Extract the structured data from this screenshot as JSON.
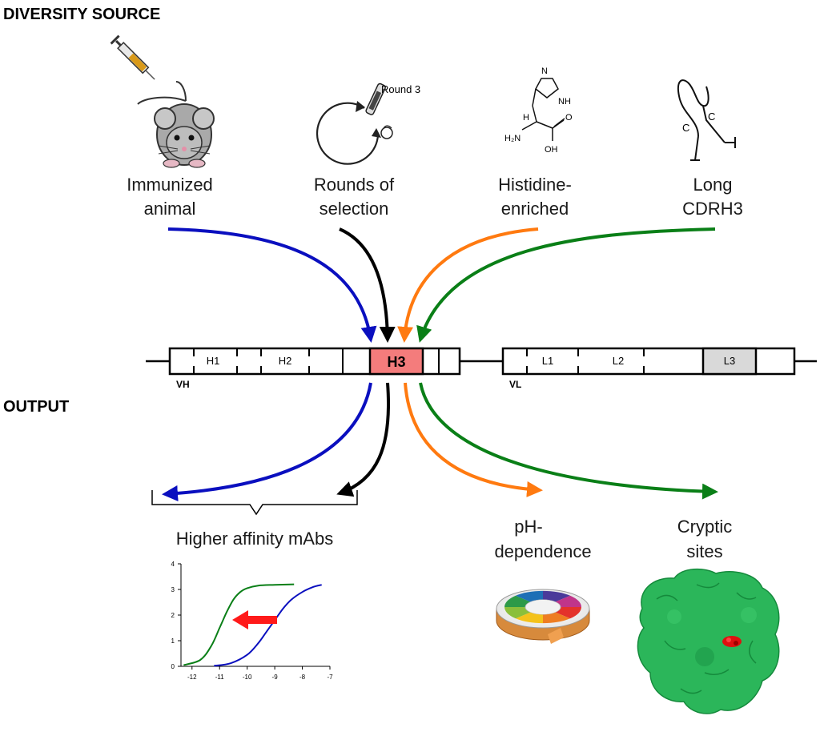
{
  "headers": {
    "diversity_source": "DIVERSITY SOURCE",
    "output": "OUTPUT"
  },
  "sources": [
    {
      "line1": "Immunized",
      "line2": "animal",
      "color": "#0a0fbf"
    },
    {
      "line1": "Rounds of",
      "line2": "selection",
      "color": "#000000"
    },
    {
      "line1": "Histidine-",
      "line2": "enriched",
      "color": "#ff7a10"
    },
    {
      "line1": "Long",
      "line2": "CDRH3",
      "color": "#0a7f17"
    }
  ],
  "round_label": "Round 3",
  "chemistry": {
    "nh": "NH",
    "h": "H",
    "h2n": "H₂N",
    "o": "O",
    "oh": "OH",
    "n": "N"
  },
  "cdr_letters": [
    "C",
    "C"
  ],
  "antibody": {
    "vh_label": "VH",
    "vl_label": "VL",
    "vh_segments": [
      "H1",
      "H2",
      "H3"
    ],
    "vl_segments": [
      "L1",
      "L2",
      "L3"
    ],
    "h3_color": "#f47c7c",
    "l3_color": "#d9d9d9"
  },
  "outputs": {
    "affinity": "Higher affinity mAbs",
    "ph_line1": "pH-",
    "ph_line2": "dependence",
    "cryptic_line1": "Cryptic",
    "cryptic_line2": "sites"
  },
  "chart_data": {
    "type": "line",
    "x_ticks": [
      -12,
      -11,
      -10,
      -9,
      -8,
      -7
    ],
    "y_ticks": [
      0,
      1,
      2,
      3,
      4
    ],
    "xlim": [
      -12.4,
      -7
    ],
    "ylim": [
      0,
      4
    ],
    "series": [
      {
        "color": "#0a7f17",
        "x": [
          -12.3,
          -11.7,
          -11.3,
          -11.0,
          -10.75,
          -10.5,
          -10.25,
          -10.0,
          -9.6,
          -9.0,
          -8.3
        ],
        "y": [
          0.05,
          0.25,
          0.8,
          1.5,
          2.1,
          2.6,
          2.9,
          3.05,
          3.15,
          3.18,
          3.2
        ]
      },
      {
        "color": "#0a0fbf",
        "x": [
          -11.2,
          -10.6,
          -10.0,
          -9.6,
          -9.3,
          -9.0,
          -8.7,
          -8.4,
          -8.0,
          -7.6,
          -7.3
        ],
        "y": [
          0.02,
          0.12,
          0.45,
          0.9,
          1.35,
          1.8,
          2.25,
          2.6,
          2.9,
          3.1,
          3.18
        ]
      }
    ]
  }
}
